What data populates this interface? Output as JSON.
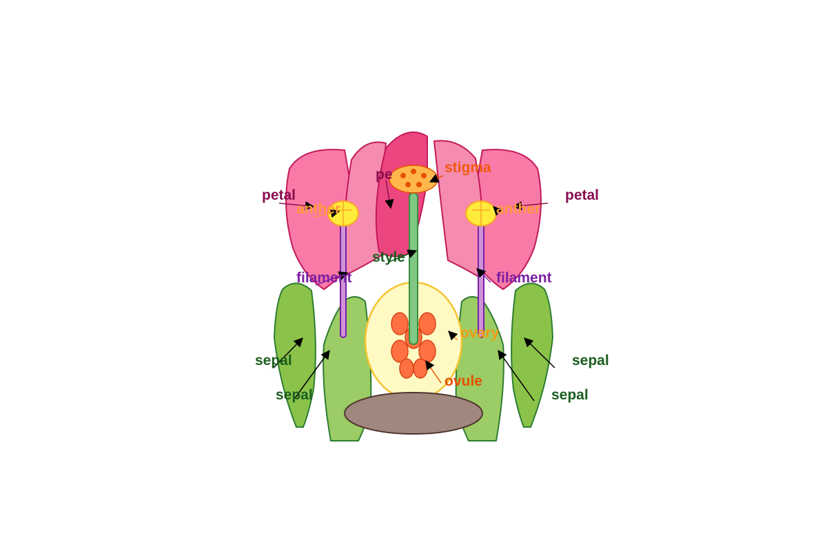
{
  "labels": {
    "petal": "petal",
    "petal_center": "pe",
    "stigma": "stigma",
    "anther": "anther",
    "style": "style",
    "filament": "filament",
    "ovary": "ovary",
    "ovule": "ovule",
    "sepal": "sepal"
  },
  "colors": {
    "petal_outer": "#f97aa6",
    "petal_inner": "#f58cb0",
    "petal_center": "#ec4680",
    "petal_stroke": "#c2185b",
    "sepal_outer": "#8bc34a",
    "sepal_inner": "#9ccc65",
    "sepal_stroke": "#2e7d32",
    "ovary_fill": "#fff9c4",
    "ovary_stroke": "#f4c430",
    "ovule_fill": "#ff7043",
    "ovule_stroke": "#d84315",
    "style_fill": "#81c784",
    "style_stroke": "#388e3c",
    "stigma_fill": "#ffb74d",
    "stigma_dots": "#e65100",
    "anther_fill": "#ffeb3b",
    "anther_stroke": "#f9a825",
    "filament_fill": "#ce93d8",
    "filament_stroke": "#7b1fa2",
    "receptacle_fill": "#a1887f",
    "receptacle_stroke": "#4e342e",
    "text_petal": "#880e4f",
    "text_stigma": "#ef5a0f",
    "text_anther": "#ff9a3c",
    "text_style": "#1b5e20",
    "text_filament": "#7b1fa2",
    "text_ovary": "#f39c12",
    "text_ovule": "#e65100",
    "text_sepal": "#1b5e20"
  }
}
